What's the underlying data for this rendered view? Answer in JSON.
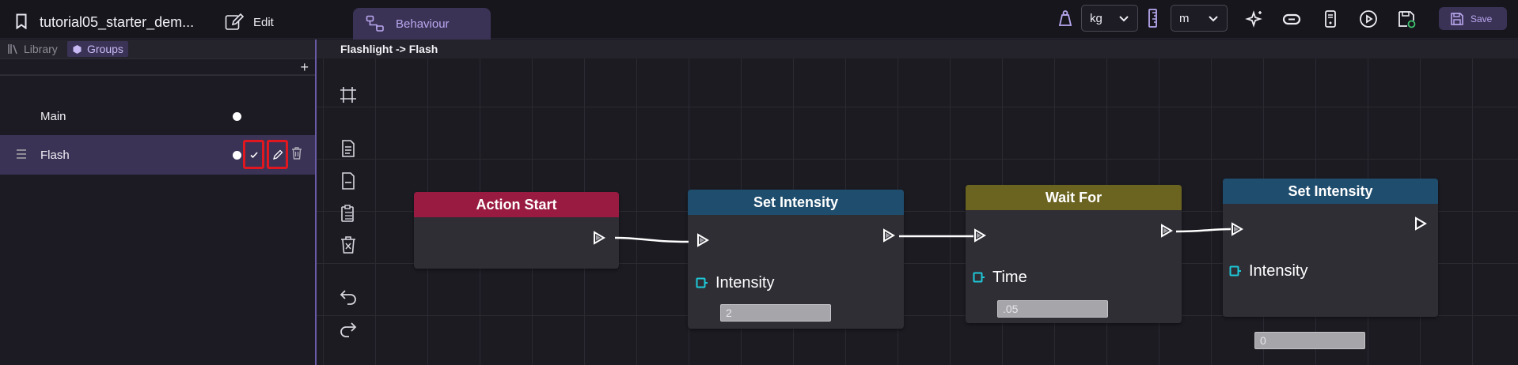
{
  "header": {
    "project_title": "tutorial05_starter_dem...",
    "edit_label": "Edit",
    "behaviour_tab": "Behaviour",
    "weight_unit": "kg",
    "length_unit": "m",
    "save_label": "Save"
  },
  "left_panel": {
    "tabs": [
      {
        "label": "Library",
        "icon": "library-icon",
        "active": false
      },
      {
        "label": "Groups",
        "icon": "groups-icon",
        "active": true
      }
    ],
    "groups": [
      {
        "name": "Main",
        "selected": false
      },
      {
        "name": "Flash",
        "selected": true
      }
    ]
  },
  "canvas": {
    "breadcrumb": "Flashlight -> Flash",
    "nodes": [
      {
        "title": "Action Start",
        "color": "#991b41"
      },
      {
        "title": "Set Intensity",
        "color": "#1f4d6e",
        "param": "Intensity",
        "value": "2"
      },
      {
        "title": "Wait For",
        "color": "#6b6320",
        "param": "Time",
        "value": ".05"
      },
      {
        "title": "Set Intensity",
        "color": "#1f4d6e",
        "param": "Intensity",
        "value": "0"
      }
    ]
  },
  "colors": {
    "accent": "#3b3356",
    "accent_text": "#b9a8f0",
    "highlight": "#e0171f",
    "pin": "#1ec8d8"
  }
}
